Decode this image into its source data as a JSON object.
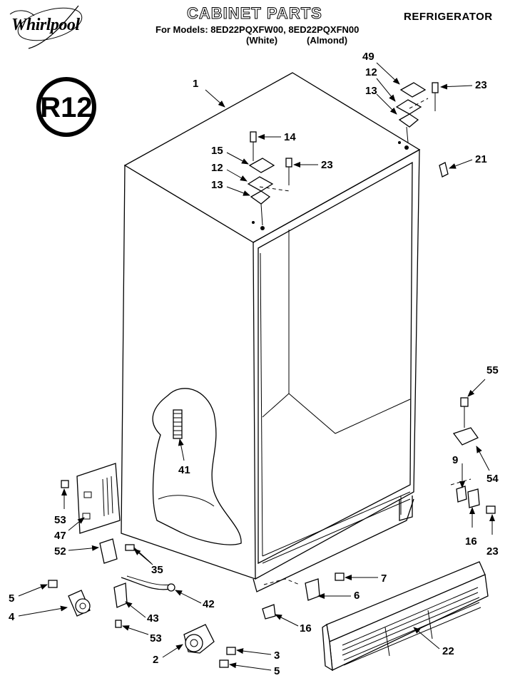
{
  "header": {
    "brand": "Whirlpool",
    "title": "CABINET PARTS",
    "appliance": "REFRIGERATOR",
    "models_line": "For Models: 8ED22PQXFW00, 8ED22PQXFN00",
    "variant_white": "(White)",
    "variant_almond": "(Almond)"
  },
  "badge": {
    "text": "R12"
  },
  "callouts": {
    "c1": "1",
    "c49": "49",
    "c12a": "12",
    "c13a": "13",
    "c23a": "23",
    "c14": "14",
    "c15": "15",
    "c12b": "12",
    "c23b": "23",
    "c13b": "13",
    "c21": "21",
    "c55": "55",
    "c54": "54",
    "c9": "9",
    "c16a": "16",
    "c23c": "23",
    "c41": "41",
    "c53a": "53",
    "c47": "47",
    "c52": "52",
    "c35": "35",
    "c5a": "5",
    "c4": "4",
    "c42": "42",
    "c43": "43",
    "c53b": "53",
    "c7": "7",
    "c6": "6",
    "c16b": "16",
    "c2": "2",
    "c3": "3",
    "c5b": "5",
    "c22": "22"
  }
}
